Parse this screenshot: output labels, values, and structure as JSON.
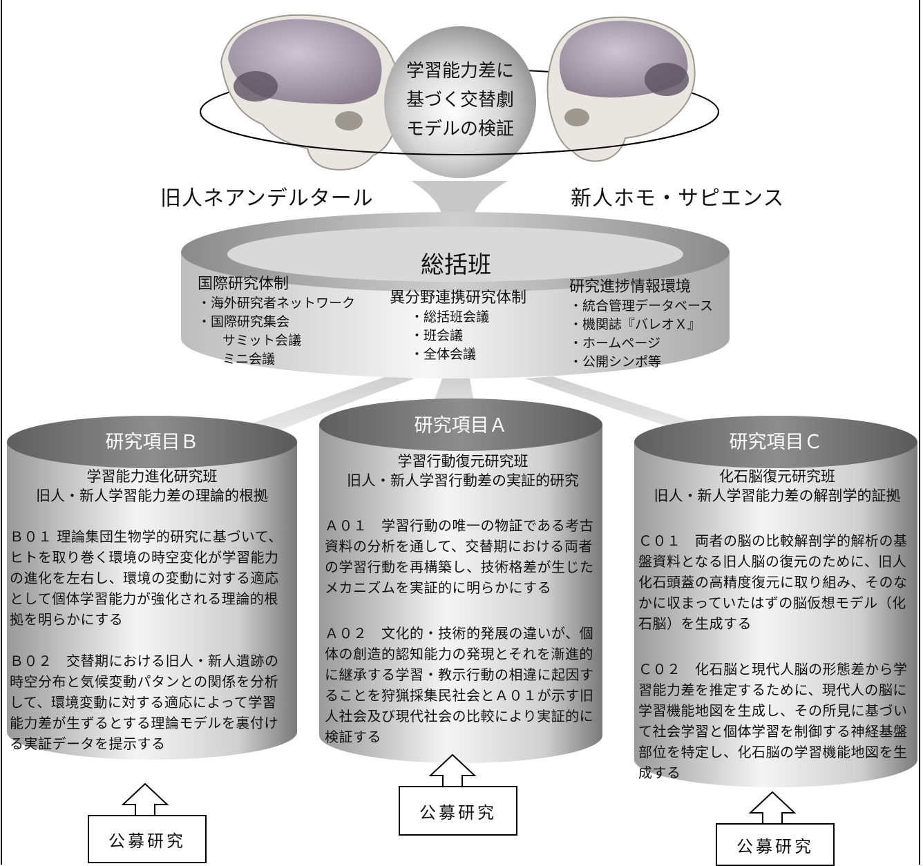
{
  "top": {
    "sphere_text": [
      "学習能力差に",
      "基づく交替劇",
      "モデルの検証"
    ],
    "left_label": "旧人ネアンデルタール",
    "right_label": "新人ホモ・サピエンス"
  },
  "hub": {
    "title": "総括班",
    "left_title": "国際研究体制",
    "left_items": [
      "・海外研究者ネットワーク",
      "・国際研究集会",
      "サミット会議",
      "ミニ会議"
    ],
    "center_title": "異分野連携研究体制",
    "center_items": [
      "・総括班会議",
      "・班会議",
      "・全体会議"
    ],
    "right_title": "研究進捗情報環境",
    "right_items": [
      "・統合管理データベース",
      "・機関誌『バレオＸ』",
      "・ホームページ",
      "・公開シンポ等"
    ]
  },
  "columns": {
    "b": {
      "heading": "研究項目Ｂ",
      "team": "学習能力進化研究班",
      "theme": "旧人・新人学習能力差の理論的根拠",
      "p1": [
        "Ｂ０１ 理論集団生物学的研究に基づいて、",
        "ヒトを取り巻く環境の時空変化が学習能力",
        "の進化を左右し、環境の変動に対する適応",
        "として個体学習能力が強化される理論的根",
        "拠を明らかにする"
      ],
      "p2": [
        "Ｂ０２　交替期における旧人・新人遺跡の",
        "時空分布と気候変動パタンとの関係を分析",
        "して、環境変動に対する適応によって学習",
        "能力差が生ずるとする理論モデルを裏付け",
        "る実証データを提示する"
      ]
    },
    "a": {
      "heading": "研究項目Ａ",
      "team": "学習行動復元研究班",
      "theme": "旧人・新人学習行動差の実証的研究",
      "p1": [
        "Ａ０１　学習行動の唯一の物証である考古",
        "資料の分析を通して、交替期における両者",
        "の学習行動を再構築し、技術格差が生じた",
        "メカニズムを実証的に明らかにする"
      ],
      "p2": [
        "Ａ０２　文化的・技術的発展の違いが、個",
        "体の創造的認知能力の発現とそれを漸進的",
        "に継承する学習・教示行動の相違に起因す",
        "ることを狩猟採集民社会とＡ０１が示す旧",
        "人社会及び現代社会の比較により実証的に",
        "検証する"
      ]
    },
    "c": {
      "heading": "研究項目Ｃ",
      "team": "化石脳復元研究班",
      "theme": "旧人・新人学習能力差の解剖学的証拠",
      "p1": [
        "Ｃ０１　両者の脳の比較解剖学的解析の基",
        "盤資料となる旧人脳の復元のために、旧人",
        "化石頭蓋の高精度復元に取り組み、そのな",
        "かに収まっていたはずの脳仮想モデル（化",
        "石脳）を生成する"
      ],
      "p2": [
        "Ｃ０２　化石脳と現代人脳の形態差から学",
        "習能力差を推定するために、現代人の脳に",
        "学習機能地図を生成し、その所見に基づい",
        "て社会学習と個体学習を制御する神経基盤",
        "部位を特定し、化石脳の学習機能地図を生",
        "成する"
      ]
    }
  },
  "open_call": {
    "left": "公募研究",
    "center": "公募研究",
    "right": "公募研究"
  },
  "colors": {
    "cylinder_dark": "#6f6f6f",
    "cylinder_light": "#f2f2f2",
    "outline": "#000000"
  }
}
